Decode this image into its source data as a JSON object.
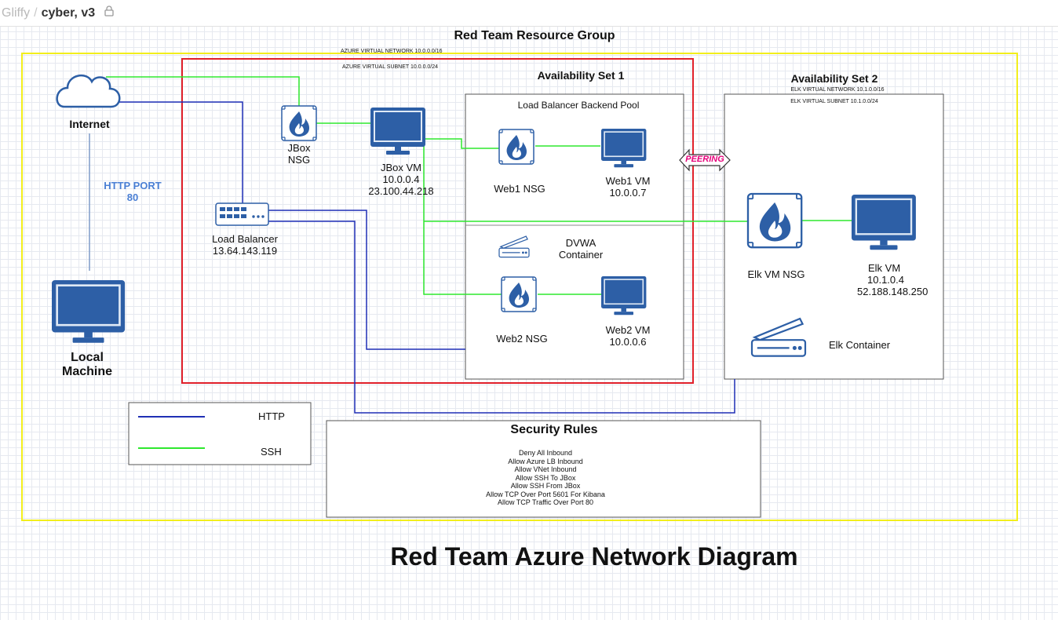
{
  "app": {
    "brand": "Gliffy",
    "separator": "/",
    "document_title": "cyber, v3"
  },
  "icons": {
    "lock": "lock-icon",
    "cloud": "cloud-icon",
    "monitor": "monitor-icon",
    "nsg": "nsg-flame-icon",
    "switch": "load-balancer-icon",
    "scanner": "container-icon"
  },
  "colors": {
    "http_line": "#1f2fb5",
    "ssh_line": "#2ee82e",
    "resource_group_border": "#f2ee1c",
    "vnet_border": "#e0202a",
    "peering_label": "#e6007a",
    "http_port_label": "#4a7fd4",
    "icon_blue": "#2d5fa6"
  },
  "labels": {
    "resource_group": "Red Team Resource Group",
    "azure_vnet": "AZURE VIRTUAL NETWORK 10.0.0.0/16",
    "azure_subnet": "AZURE VIRTUAL SUBNET 10.0.0.0/24",
    "availability_set_1": "Availability Set 1",
    "availability_set_2": "Availability Set 2",
    "elk_vnet": "ELK VIRTUAL NETWORK 10.1.0.0/16",
    "elk_subnet": "ELK VIRTUAL SUBNET 10.1.0.0/24",
    "backend_pool": "Load Balancer Backend Pool",
    "internet": "Internet",
    "http_port_line1": "HTTP PORT",
    "http_port_line2": "80",
    "local_machine_line1": "Local",
    "local_machine_line2": "Machine",
    "jbox_nsg_line1": "JBox",
    "jbox_nsg_line2": "NSG",
    "jbox_vm_line1": "JBox VM",
    "jbox_vm_line2": "10.0.0.4",
    "jbox_vm_line3": "23.100.44.218",
    "load_balancer_line1": "Load Balancer",
    "load_balancer_line2": "13.64.143.119",
    "web1_nsg": "Web1 NSG",
    "web1_vm_line1": "Web1 VM",
    "web1_vm_line2": "10.0.0.7",
    "dvwa_line1": "DVWA",
    "dvwa_line2": "Container",
    "web2_nsg": "Web2 NSG",
    "web2_vm_line1": "Web2 VM",
    "web2_vm_line2": "10.0.0.6",
    "peering": "PEERING",
    "elk_nsg": "Elk VM NSG",
    "elk_vm_line1": "Elk VM",
    "elk_vm_line2": "10.1.0.4",
    "elk_vm_line3": "52.188.148.250",
    "elk_container": "Elk Container",
    "diagram_title": "Red Team Azure Network Diagram"
  },
  "legend": {
    "http": "HTTP",
    "ssh": "SSH"
  },
  "security_rules": {
    "title": "Security Rules",
    "rules": [
      "Deny All Inbound",
      "Allow Azure LB Inbound",
      "Allow VNet Inbound",
      "Allow SSH To JBox",
      "Allow SSH From JBox",
      "Allow TCP Over Port 5601 For Kibana",
      "Allow TCP Traffic Over Port 80"
    ]
  }
}
